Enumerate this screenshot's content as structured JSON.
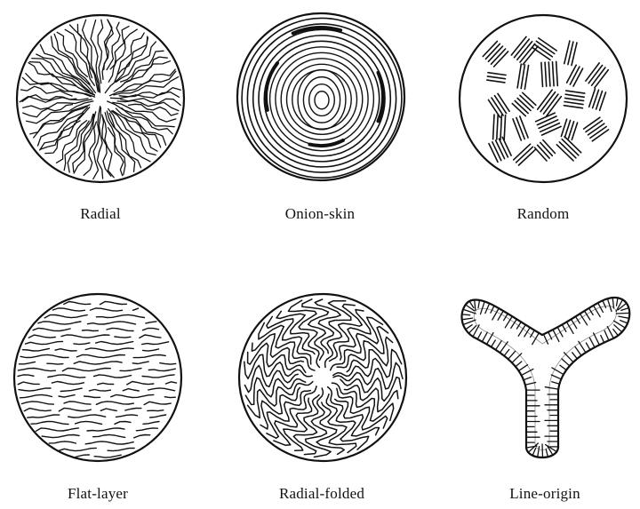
{
  "figure": {
    "panels": [
      {
        "id": "radial",
        "label": "Radial",
        "pattern": "radial-lines"
      },
      {
        "id": "onion-skin",
        "label": "Onion-skin",
        "pattern": "concentric-rings"
      },
      {
        "id": "random",
        "label": "Random",
        "pattern": "random-line-bundles"
      },
      {
        "id": "flat-layer",
        "label": "Flat-layer",
        "pattern": "horizontal-wavy-lines"
      },
      {
        "id": "radial-folded",
        "label": "Radial-folded",
        "pattern": "radial-wavy-lines"
      },
      {
        "id": "line-origin",
        "label": "Line-origin",
        "pattern": "y-shape-edge-strokes"
      }
    ],
    "colors": {
      "ink": "#111111",
      "background": "#ffffff"
    }
  }
}
